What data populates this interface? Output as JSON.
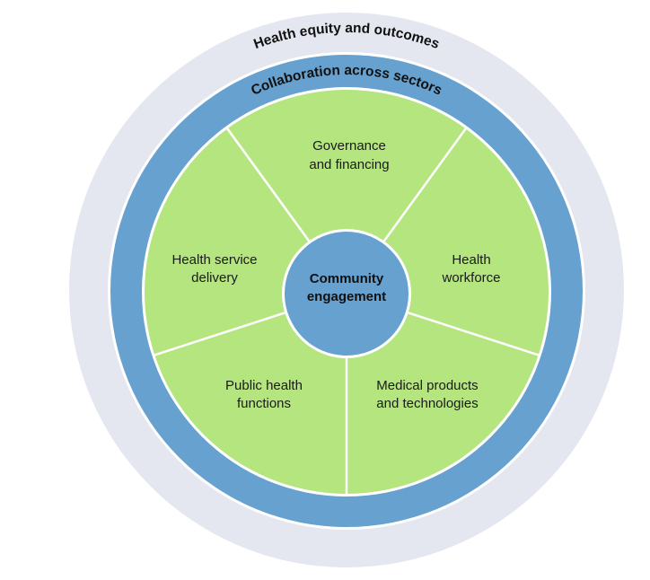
{
  "colors": {
    "outer": "#e4e7ef",
    "ring": "#66a1cf",
    "segments": "#b5e57f",
    "center": "#66a1cf"
  },
  "outer_ring": {
    "label": "Health equity and outcomes"
  },
  "middle_ring": {
    "label": "Collaboration across sectors"
  },
  "center": {
    "line1": "Community",
    "line2": "engagement"
  },
  "segments": [
    {
      "line1": "Governance",
      "line2": "and financing"
    },
    {
      "line1": "Health",
      "line2": "workforce"
    },
    {
      "line1": "Medical products",
      "line2": "and technologies"
    },
    {
      "line1": "Public health",
      "line2": "functions"
    },
    {
      "line1": "Health service",
      "line2": "delivery"
    }
  ]
}
